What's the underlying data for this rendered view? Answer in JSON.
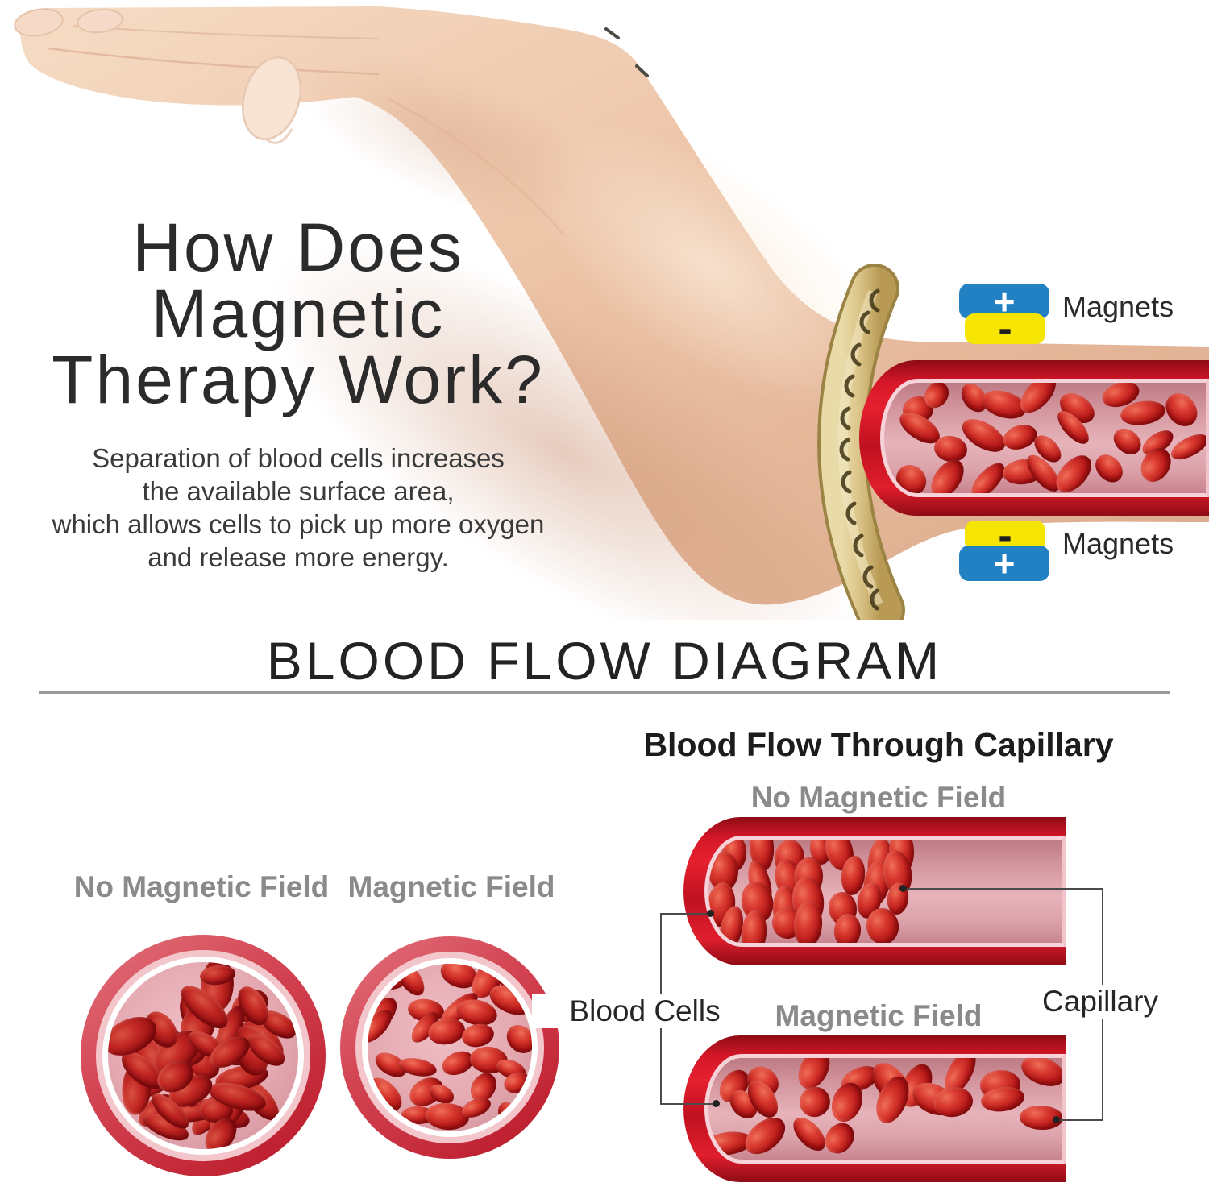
{
  "intro": {
    "title_lines": [
      "How Does",
      "Magnetic",
      "Therapy Work?"
    ],
    "subtitle_lines": [
      "Separation of blood cells increases",
      "the available surface area,",
      "which allows cells to pick up more oxygen",
      "and release more energy."
    ]
  },
  "magnet_callouts": {
    "top": {
      "label": "Magnets",
      "plus": "+",
      "minus": "-"
    },
    "bottom": {
      "label": "Magnets",
      "plus": "+",
      "minus": "-"
    }
  },
  "section": {
    "heading": "BLOOD FLOW DIAGRAM",
    "capillary_heading": "Blood Flow Through Capillary",
    "labels": {
      "no_field_top": "No Magnetic Field",
      "field_bottom": "Magnetic Field",
      "circle_left": "No Magnetic Field",
      "circle_right": "Magnetic Field",
      "blood_cells": "Blood Cells",
      "capillary": "Capillary"
    }
  },
  "colors": {
    "accent_red": "#da1f2e",
    "vessel_inner_pink": "#dda2aa",
    "cell_red": "#c31d1d",
    "magnet_blue": "#2181c2",
    "magnet_yellow": "#f6e402",
    "skin": "#eec7ab",
    "gold": "#d9c184",
    "heading_dark": "#232323",
    "label_gray": "#8a8a8a"
  },
  "illustrations": {
    "wrist_vessel": {
      "count": 26,
      "mode": "spread",
      "cell_w": [
        34,
        60
      ],
      "cell_h": [
        22,
        36
      ],
      "max_rot": 70,
      "tone": "normal"
    },
    "capillary_no_field": {
      "count": 27,
      "mode": "left_cluster",
      "cell_w": [
        24,
        40
      ],
      "cell_h": [
        38,
        62
      ],
      "max_rot": 16,
      "tone": "normal"
    },
    "capillary_field": {
      "count": 22,
      "mode": "spread",
      "cell_w": [
        36,
        62
      ],
      "cell_h": [
        24,
        38
      ],
      "max_rot": 70,
      "tone": "normal"
    },
    "circle_no_field": {
      "count": 42,
      "mode": "cluster",
      "cell_w": [
        42,
        74
      ],
      "cell_h": [
        24,
        42
      ],
      "max_rot": 90,
      "tone": "dark"
    },
    "circle_field": {
      "count": 30,
      "mode": "spread",
      "cell_w": [
        32,
        56
      ],
      "cell_h": [
        20,
        34
      ],
      "max_rot": 60,
      "tone": "normal"
    }
  }
}
